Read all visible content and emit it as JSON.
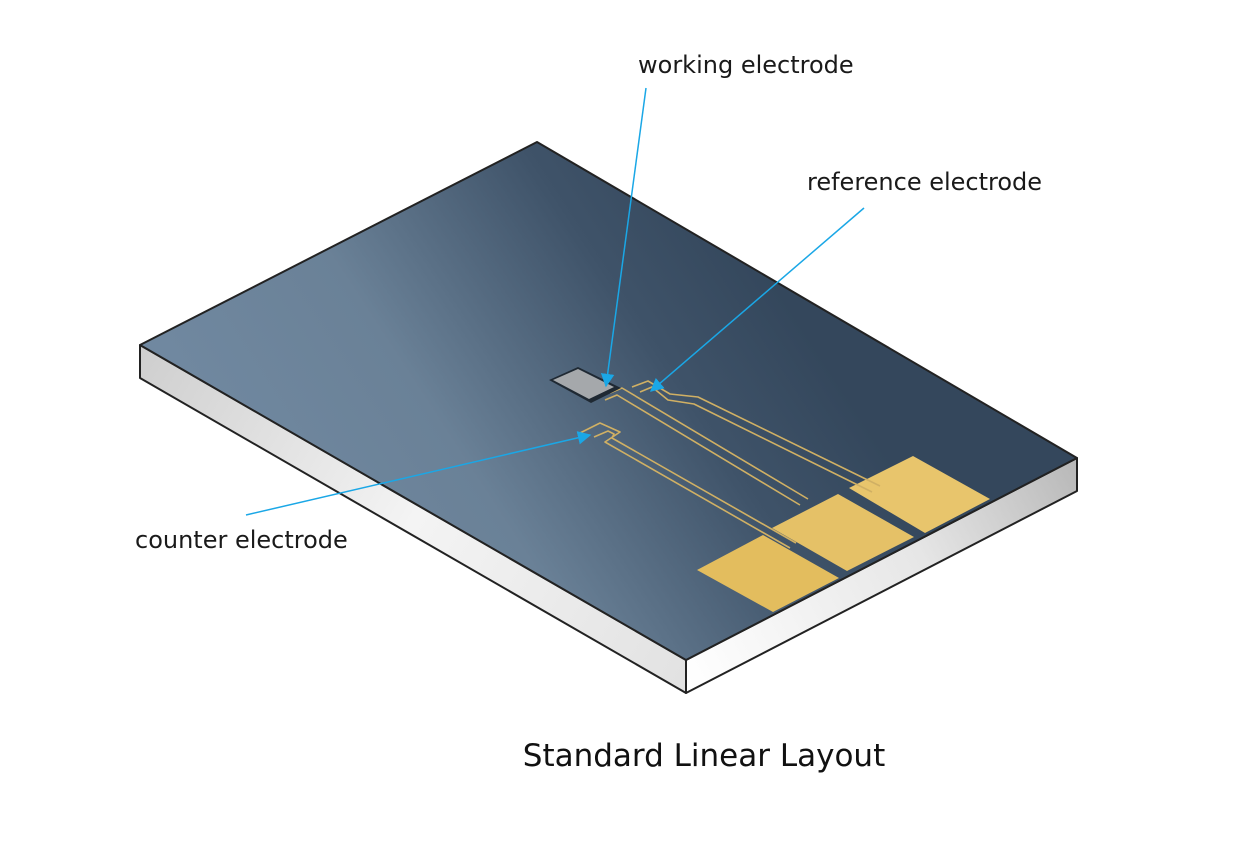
{
  "labels": {
    "working": "working electrode",
    "reference": "reference electrode",
    "counter": "counter electrode"
  },
  "caption": "Standard Linear Layout",
  "colors": {
    "substrate_top_dark": "#34485e",
    "substrate_top_light": "#6c8398",
    "substrate_edge": "#e6e6e6",
    "contact_pad": "#e2bb5c",
    "trace": "#c9ac5e",
    "working_electrode": "#a3a6a9",
    "leader_line": "#1aa7e6"
  }
}
